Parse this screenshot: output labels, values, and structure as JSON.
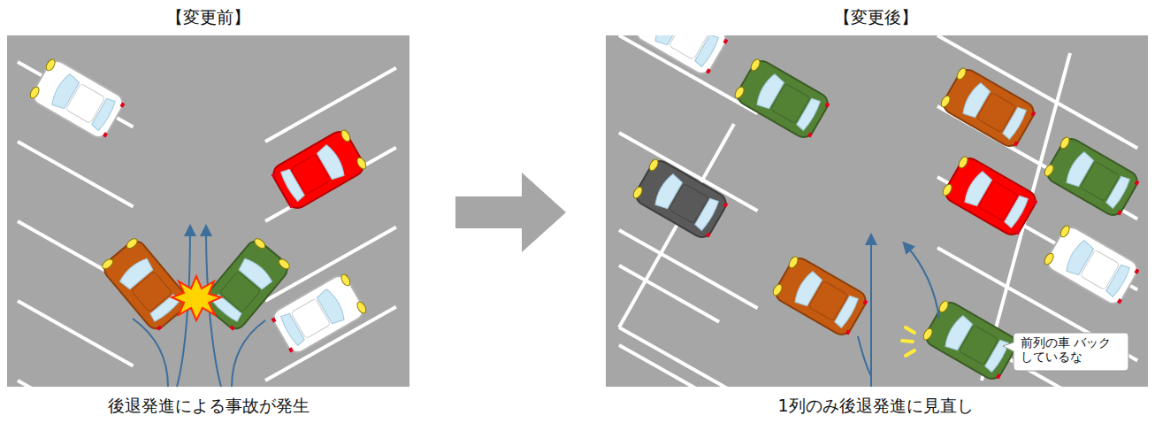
{
  "diagram": {
    "nodes": [
      {
        "text": [
          "前列の車 バックしているな"
        ]
      }
    ],
    "labels": [
      "【変更前】",
      "後退発進による事故が発生",
      "【変更後】",
      "1列のみ後退発進に見直し"
    ]
  }
}
